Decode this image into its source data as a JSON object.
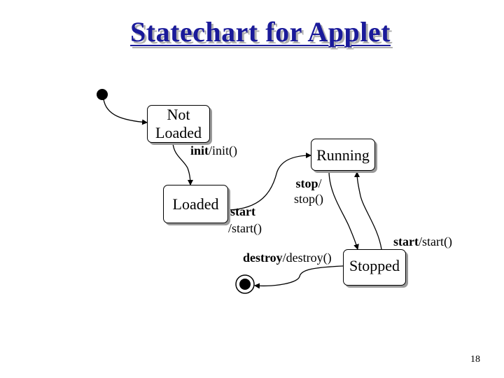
{
  "title": "Statechart for Applet",
  "states": {
    "not_loaded_line1": "Not",
    "not_loaded_line2": "Loaded",
    "running": "Running",
    "loaded": "Loaded",
    "stopped": "Stopped"
  },
  "transitions": {
    "init_event": "init",
    "init_action": "/init()",
    "stop_event": "stop",
    "stop_action_slash": "/",
    "stop_action": "stop()",
    "start_event": "start",
    "start_action": "/start()",
    "restart_event": "start",
    "restart_action": "/start()",
    "destroy_event": "destroy",
    "destroy_action": "/destroy()"
  },
  "page_number": "18",
  "colors": {
    "title": "#1a1a9a",
    "shadow": "#9a9a9a",
    "line": "#000000"
  }
}
